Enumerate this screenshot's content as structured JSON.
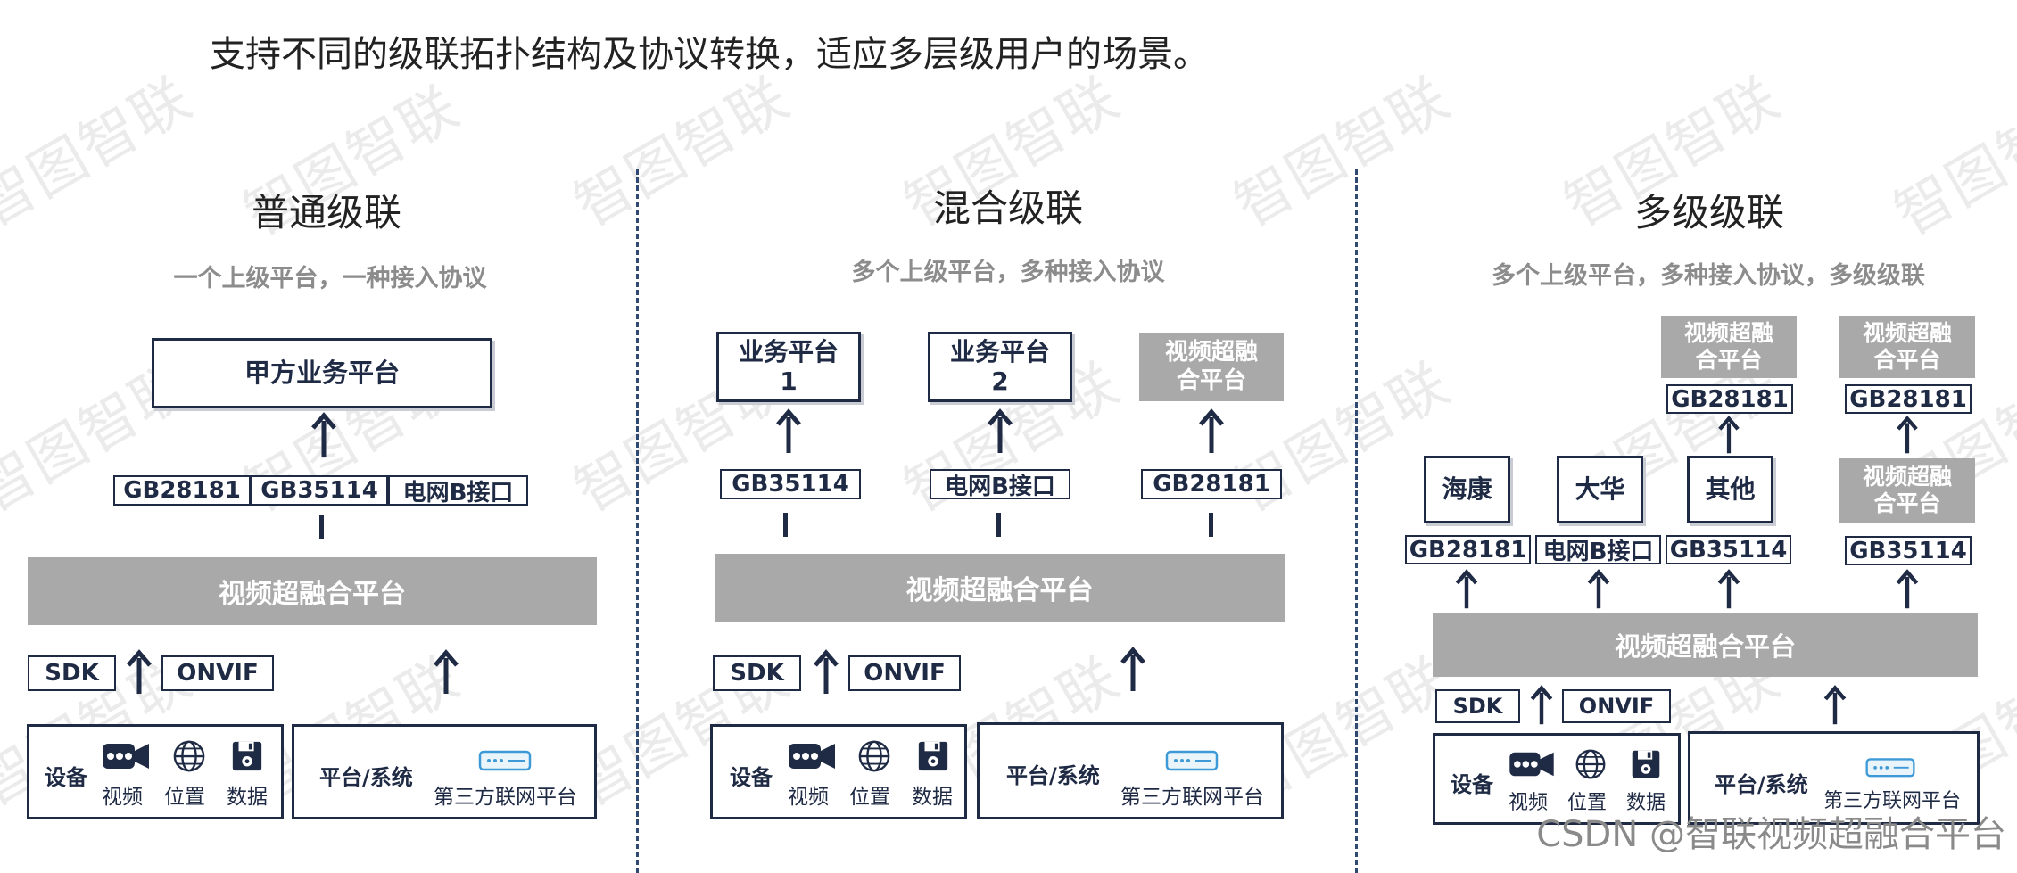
{
  "headline": "支持不同的级联拓扑结构及协议转换，适应多层级用户的场景。",
  "watermark_text": "智图智联",
  "credit": "CSDN @智联视频超融合平台",
  "colors": {
    "accent": "#1f2a44",
    "gray": "#a9a9a9",
    "divider": "#2e4a73"
  },
  "panels": [
    {
      "title": "普通级联",
      "subtitle": "一个上级平台，一种接入协议",
      "top_platform": "甲方业务平台",
      "protocols": [
        "GB28181",
        "GB35114",
        "电网B接口"
      ],
      "platform": "视频超融合平台",
      "sdk": "SDK",
      "onvif": "ONVIF",
      "device_label": "设备",
      "icons": [
        {
          "icon": "video-camera-icon",
          "label": "视频"
        },
        {
          "icon": "globe-icon",
          "label": "位置"
        },
        {
          "icon": "floppy-disk-icon",
          "label": "数据"
        }
      ],
      "system_label": "平台/系统",
      "third_party": "第三方联网平台"
    },
    {
      "title": "混合级联",
      "subtitle": "多个上级平台，多种接入协议",
      "upper": [
        "业务平台\n1",
        "业务平台\n2",
        "视频超融\n合平台"
      ],
      "protocols": [
        "GB35114",
        "电网B接口",
        "GB28181"
      ],
      "platform": "视频超融合平台",
      "sdk": "SDK",
      "onvif": "ONVIF",
      "device_label": "设备",
      "icons": [
        {
          "icon": "video-camera-icon",
          "label": "视频"
        },
        {
          "icon": "globe-icon",
          "label": "位置"
        },
        {
          "icon": "floppy-disk-icon",
          "label": "数据"
        }
      ],
      "system_label": "平台/系统",
      "third_party": "第三方联网平台"
    },
    {
      "title": "多级级联",
      "subtitle": "多个上级平台，多种接入协议，多级级联",
      "top_platforms": [
        "视频超融\n合平台",
        "视频超融\n合平台"
      ],
      "top_protocols": [
        "GB28181",
        "GB28181"
      ],
      "mid": [
        "海康",
        "大华",
        "其他",
        "视频超融\n合平台"
      ],
      "protocols": [
        "GB28181",
        "电网B接口",
        "GB35114",
        "GB35114"
      ],
      "platform": "视频超融合平台",
      "sdk": "SDK",
      "onvif": "ONVIF",
      "device_label": "设备",
      "icons": [
        {
          "icon": "video-camera-icon",
          "label": "视频"
        },
        {
          "icon": "globe-icon",
          "label": "位置"
        },
        {
          "icon": "floppy-disk-icon",
          "label": "数据"
        }
      ],
      "system_label": "平台/系统",
      "third_party": "第三方联网平台"
    }
  ]
}
